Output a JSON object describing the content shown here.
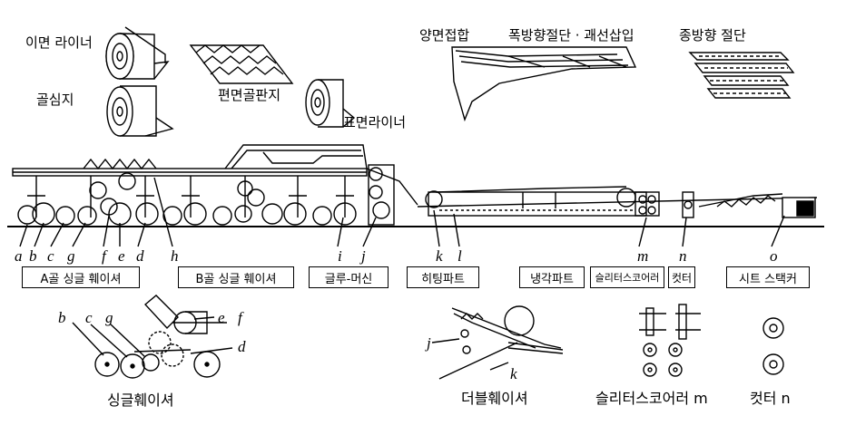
{
  "materials": {
    "back_liner": "이면 라이너",
    "medium": "골심지",
    "single_face_board": "편면골판지",
    "face_liner": "표면라이너"
  },
  "process_top": {
    "double_face_bonding": "양면접합",
    "cross_cut_crease": "폭방향절단 · 괘선삽입",
    "length_cut": "종방향 절단"
  },
  "markers": [
    "a",
    "b",
    "c",
    "g",
    "f",
    "e",
    "d",
    "h",
    "i",
    "j",
    "k",
    "l",
    "m",
    "n",
    "o"
  ],
  "sections": [
    "A골 싱글 훼이셔",
    "B골 싱글 훼이셔",
    "글루-머신",
    "히팅파트",
    "냉각파트",
    "슬리터스코어러",
    "컷터",
    "시트 스택커"
  ],
  "details": {
    "single_facer": {
      "title": "싱글훼이셔",
      "labels": [
        "b",
        "c",
        "g",
        "e",
        "f",
        "d"
      ]
    },
    "double_facer": {
      "title": "더블훼이셔",
      "labels": [
        "j",
        "k"
      ]
    },
    "slitter_scorer": {
      "title": "슬리터스코어러 m"
    },
    "cutter": {
      "title": "컷터 n"
    }
  }
}
